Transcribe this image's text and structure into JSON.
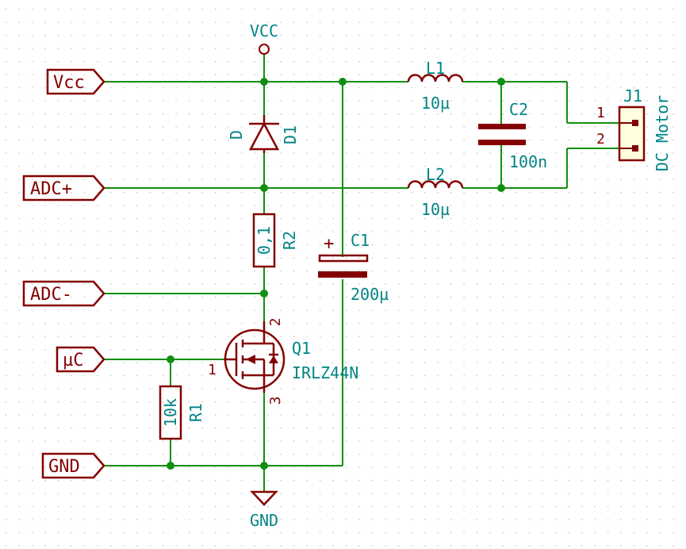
{
  "labels": {
    "vcc": "Vcc",
    "adc_plus": "ADC+",
    "adc_minus": "ADC-",
    "uc": "µC",
    "gnd": "GND"
  },
  "power": {
    "vcc": "VCC",
    "gnd": "GND"
  },
  "components": {
    "d1": {
      "ref": "D1",
      "value": "D"
    },
    "r2": {
      "ref": "R2",
      "value": "0,1"
    },
    "r1": {
      "ref": "R1",
      "value": "10k"
    },
    "q1": {
      "ref": "Q1",
      "value": "IRLZ44N",
      "pin_gate": "1",
      "pin_drain": "2",
      "pin_source": "3"
    },
    "c1": {
      "ref": "C1",
      "value": "200µ",
      "polarity": "+"
    },
    "c2": {
      "ref": "C2",
      "value": "100n"
    },
    "l1": {
      "ref": "L1",
      "value": "10µ"
    },
    "l2": {
      "ref": "L2",
      "value": "10µ"
    },
    "j1": {
      "ref": "J1",
      "value": "DC Motor",
      "pin1": "1",
      "pin2": "2"
    }
  },
  "colors": {
    "wire": "#109010",
    "component": "#840000",
    "text": "#008484",
    "grid": "#b0b0b0"
  }
}
